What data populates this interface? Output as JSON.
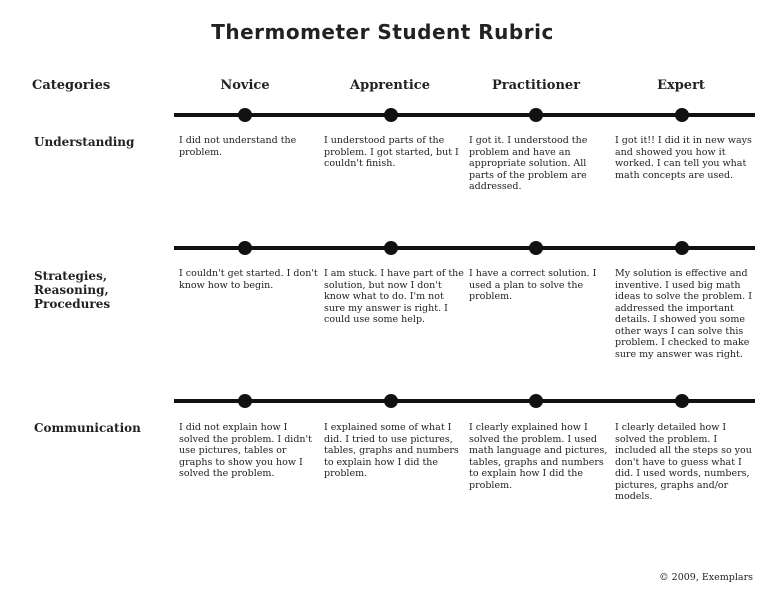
{
  "title": "Thermometer Student Rubric",
  "header": {
    "categories_label": "Categories",
    "levels": [
      "Novice",
      "Apprentice",
      "Practitioner",
      "Expert"
    ]
  },
  "rows": [
    {
      "category": "Understanding",
      "cells": [
        "I did not understand the problem.",
        "I understood parts of the problem. I got started, but I couldn't finish.",
        "I got it. I understood the problem and have an appropriate solution. All parts of the problem are addressed.",
        "I got it!! I did it in new ways and showed you how it worked. I can tell you what math concepts are used."
      ]
    },
    {
      "category": "Strategies, Reasoning, Procedures",
      "cells": [
        "I couldn't get started. I don't know how to begin.",
        "I am stuck. I have part of the solution, but now I don't know what to do. I'm not sure my answer is right. I could use some help.",
        "I have a correct solution. I used a plan to solve the problem.",
        "My solution is effective and inventive. I used big math ideas to solve the problem. I addressed the important details. I showed you some other ways I can solve this problem. I checked to make sure my answer was right."
      ]
    },
    {
      "category": "Communication",
      "cells": [
        "I did not explain how I solved the problem. I didn't use pictures, tables or graphs to show you how I solved the problem.",
        "I explained some of what I did. I tried to use pictures, tables, graphs and numbers to explain how I did the problem.",
        "I clearly explained how I solved the problem. I used math language and pictures, tables, graphs and numbers to explain how I did the problem.",
        "I clearly detailed how I solved the problem. I included all the steps so you don't have to guess what I did. I used words, numbers, pictures, graphs and/or models."
      ]
    }
  ],
  "footer": "© 2009, Exemplars",
  "colors": {
    "line": "#111111",
    "text": "#222222",
    "background": "#ffffff"
  }
}
